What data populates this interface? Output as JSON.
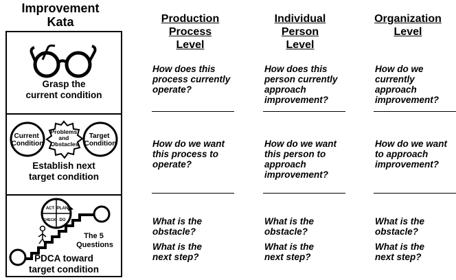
{
  "title": "Improvement\nKata",
  "columns": [
    {
      "heading": "Production\nProcess\nLevel"
    },
    {
      "heading": "Individual\nPerson\nLevel"
    },
    {
      "heading": "Organization\nLevel"
    }
  ],
  "steps": [
    {
      "label": "Grasp the\ncurrent condition",
      "icon": "glasses-icon"
    },
    {
      "label": "Establish next\ntarget condition",
      "icon": "condition-circles-icon",
      "current": "Current\nCondition",
      "problems": "Problems\nand\nObstacles",
      "target": "Target\nCondition"
    },
    {
      "label": "PDCA toward\ntarget condition",
      "icon": "staircase-pdca-icon",
      "five_questions": "The 5\nQuestions",
      "pdca": {
        "act": "ACT",
        "plan": "PLAN",
        "check": "CHECK",
        "do": "DO"
      }
    }
  ],
  "questions": {
    "row1": [
      "How does this\nprocess currently\noperate?",
      "How does this\nperson currently\napproach\nimprovement?",
      "How do we\ncurrently\napproach\nimprovement?"
    ],
    "row2": [
      "How do we want\nthis process to\noperate?",
      "How do we want\nthis person to\napproach\nimprovement?",
      "How do we want\nto approach\nimprovement?"
    ],
    "row3a": [
      "What is the\nobstacle?",
      "What is the\nobstacle?",
      "What is the\nobstacle?"
    ],
    "row3b": [
      "What is the\nnext step?",
      "What is the\nnext step?",
      "What is the\nnext step?"
    ]
  }
}
